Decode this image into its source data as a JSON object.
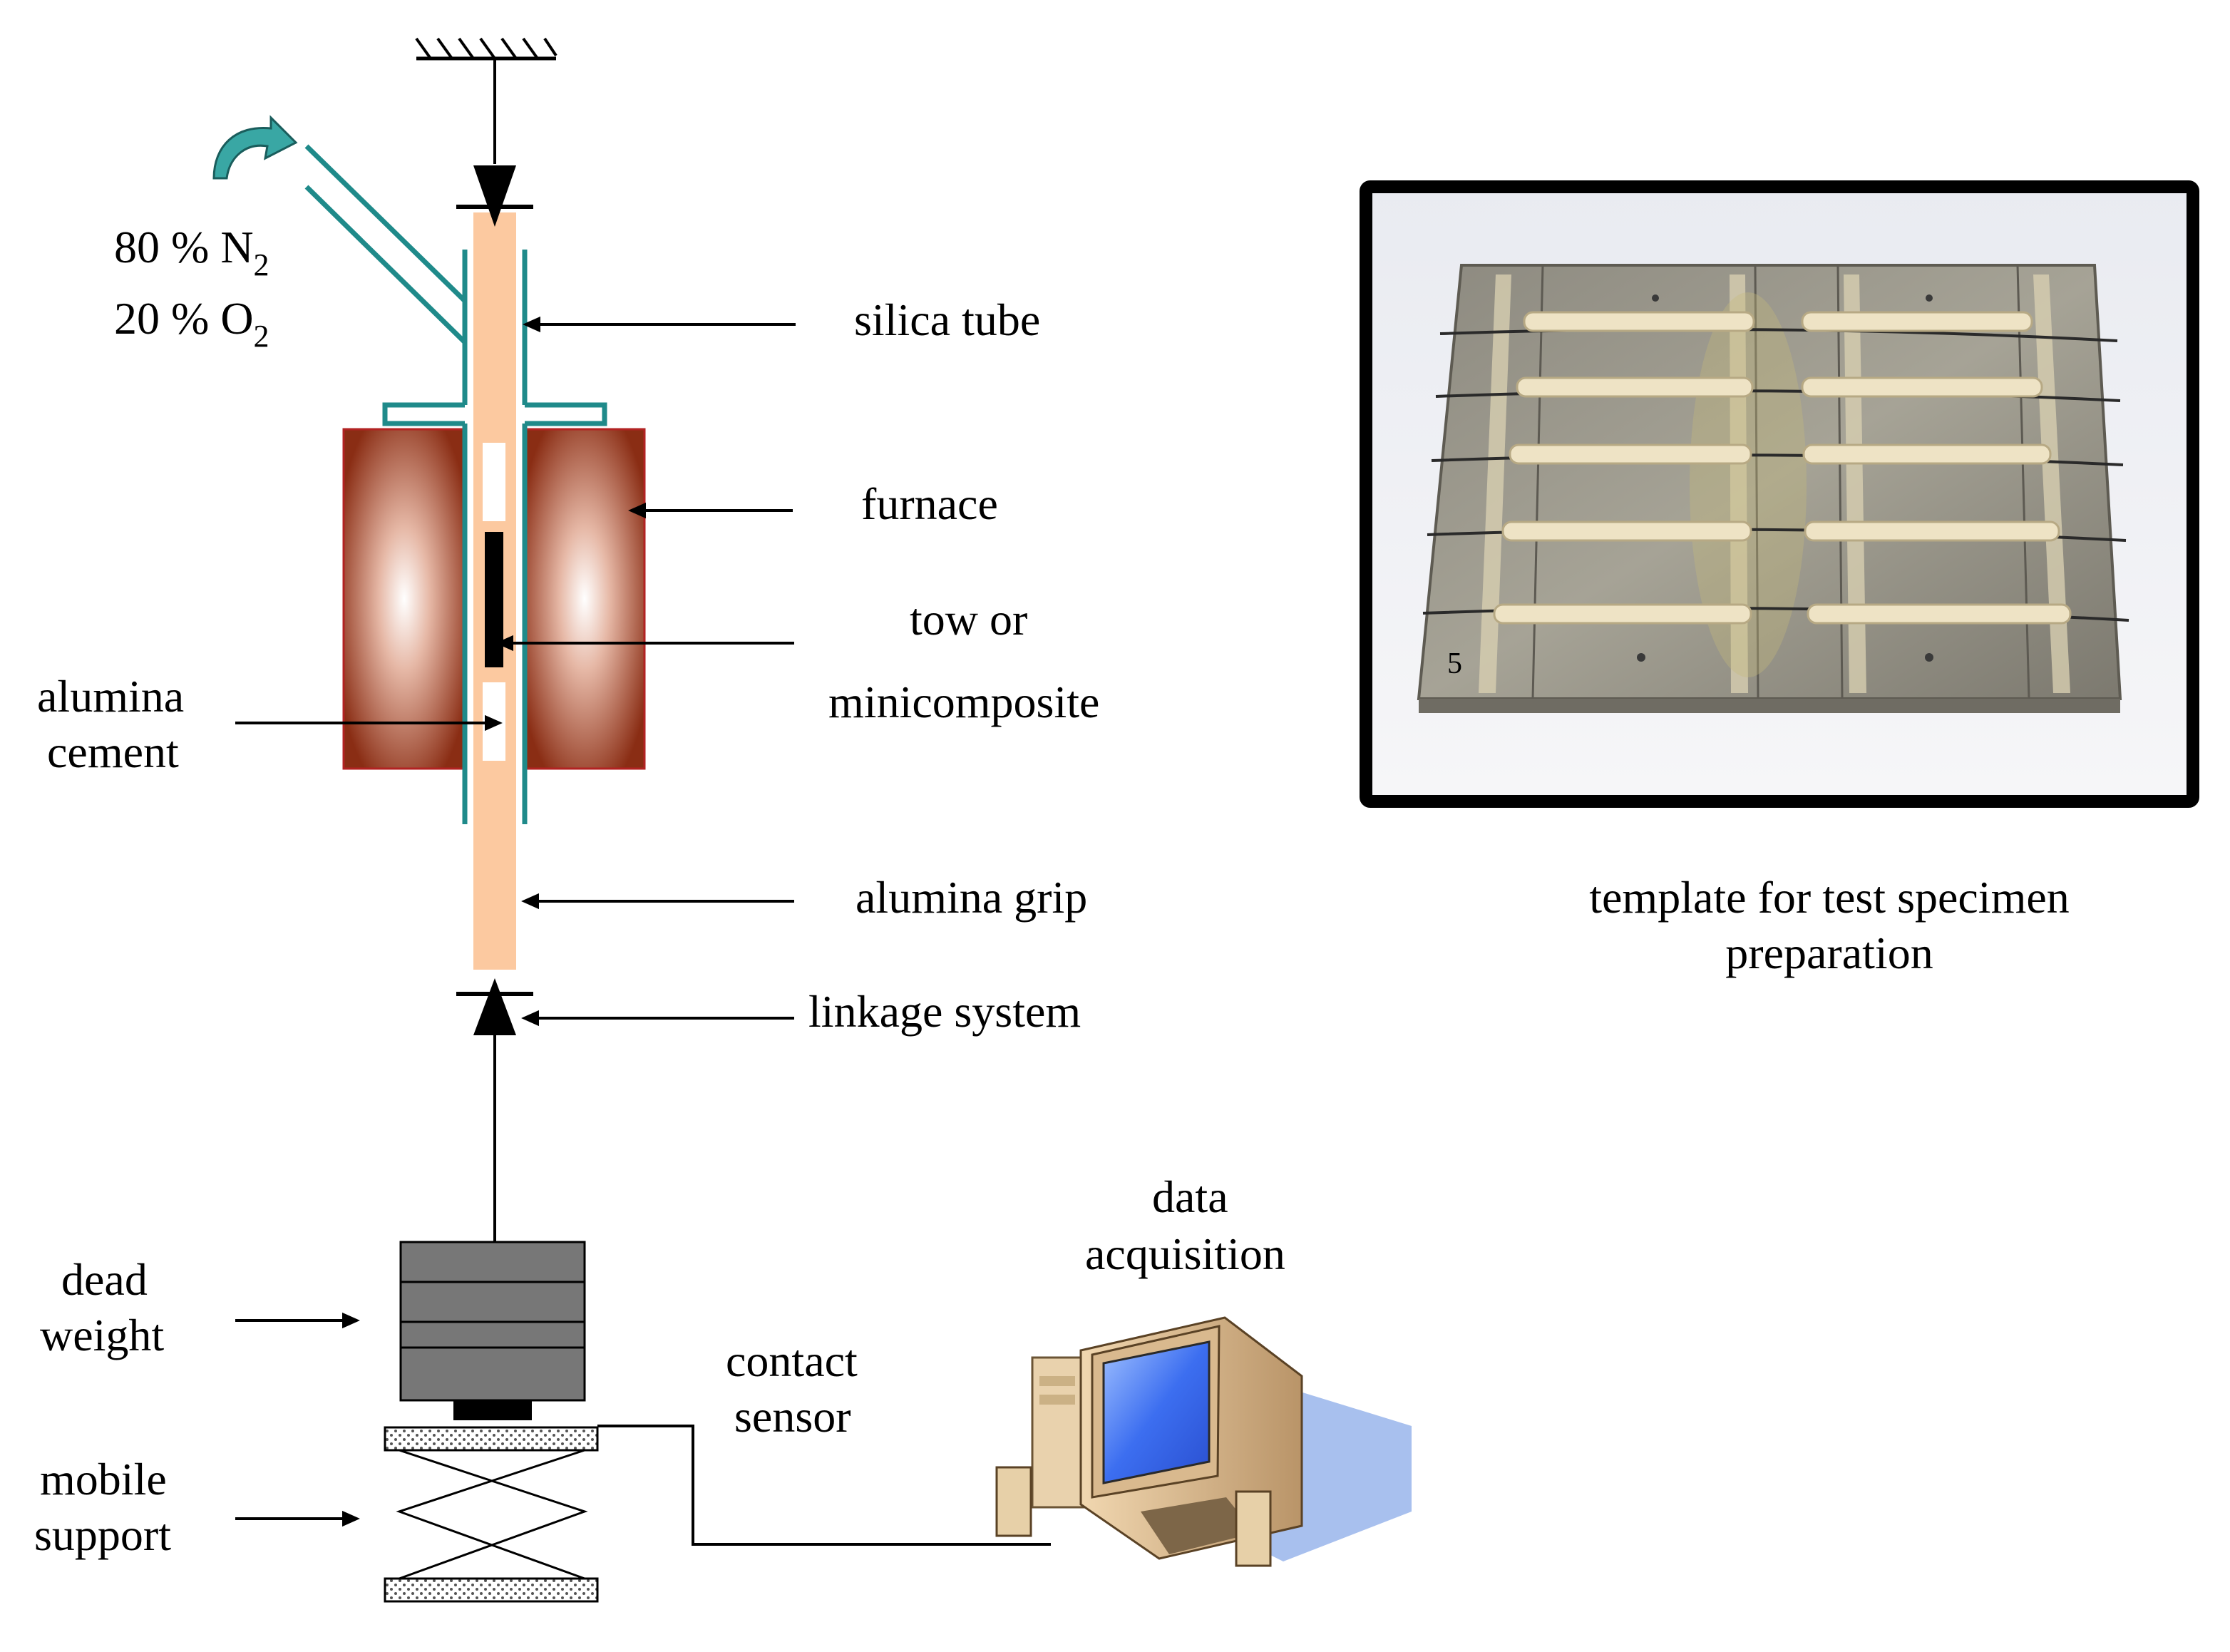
{
  "gas": {
    "n2_prefix": "80 % N",
    "n2_sub": "2",
    "o2_prefix": "20 % O",
    "o2_sub": "2"
  },
  "labels": {
    "silica_tube": "silica tube",
    "furnace": "furnace",
    "tow_line1": "tow or",
    "tow_line2": "minicomposite",
    "alumina_cement_line1": "alumina",
    "alumina_cement_line2": "cement",
    "alumina_grip": "alumina grip",
    "linkage_system": "linkage system",
    "data_acq_line1": "data",
    "data_acq_line2": "acquisition",
    "contact_sensor_line1": "contact",
    "contact_sensor_line2": "sensor",
    "dead_weight_line1": "dead",
    "dead_weight_line2": "weight",
    "mobile_support_line1": "mobile",
    "mobile_support_line2": "support"
  },
  "photo": {
    "caption_line1": "template for test specimen",
    "caption_line2": "preparation",
    "marking_left": "5"
  },
  "colors": {
    "teal": "#1f8a8a",
    "tube": "#fcc9a0",
    "furnace_dark": "#8c2f15",
    "arrow_teal": "#39a7a4"
  }
}
